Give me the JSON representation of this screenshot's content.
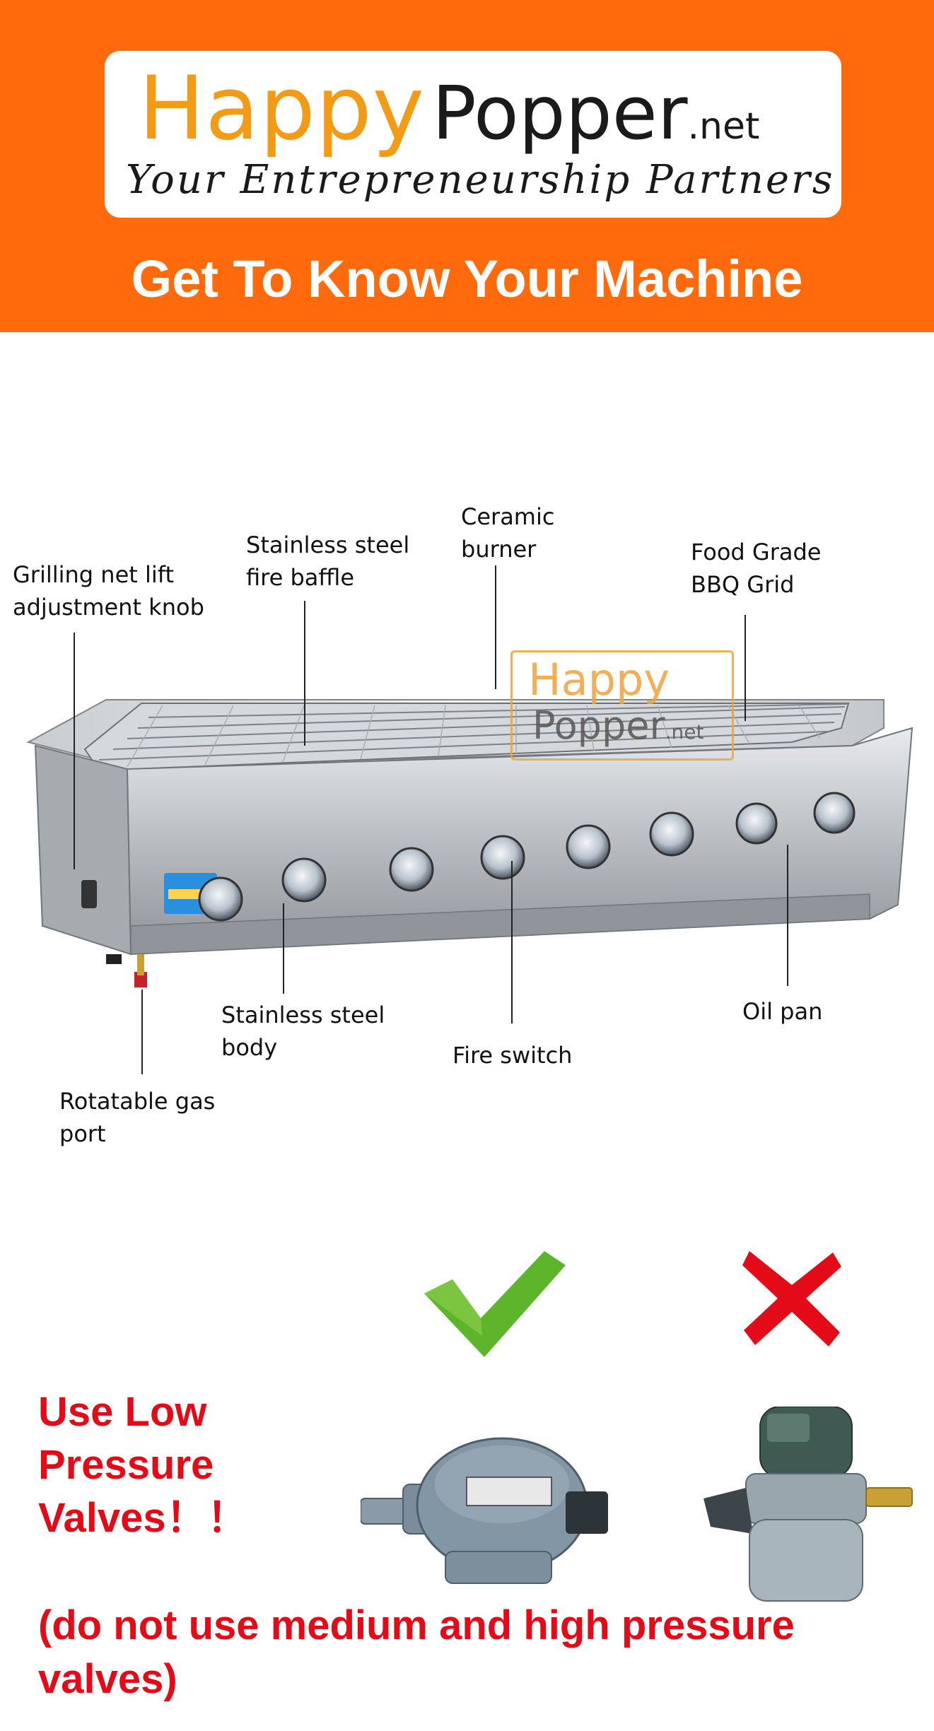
{
  "header": {
    "logo_happy": "Happy",
    "logo_popper": "Popper",
    "logo_net": ".net",
    "tagline": "Your Entrepreneurship Partners",
    "title": "Get To Know Your Machine"
  },
  "labels": {
    "grilling_knob": [
      "Grilling net lift",
      "adjustment knob"
    ],
    "fire_baffle": [
      "Stainless steel",
      "fire baffle"
    ],
    "ceramic_burner": [
      "Ceramic",
      "burner"
    ],
    "bbq_grid": [
      "Food Grade",
      "BBQ Grid"
    ],
    "steel_body": [
      "Stainless steel",
      "body"
    ],
    "fire_switch": [
      "Fire switch"
    ],
    "oil_pan": [
      "Oil pan"
    ],
    "gas_port": [
      "Rotatable gas",
      "port"
    ]
  },
  "watermark": {
    "happy": "Happy",
    "popper": "Popper",
    "net": ".net"
  },
  "warning": {
    "line1": "Use Low",
    "line2": "Pressure",
    "line3": "Valves！！",
    "note": "(do not use medium and high pressure valves)"
  },
  "colors": {
    "orange": "#ff6a0c",
    "logo_orange": "#f29b16",
    "red": "#e30b17",
    "green": "#5db52b"
  },
  "icons": {
    "correct": "check-mark-icon",
    "wrong": "cross-mark-icon"
  }
}
